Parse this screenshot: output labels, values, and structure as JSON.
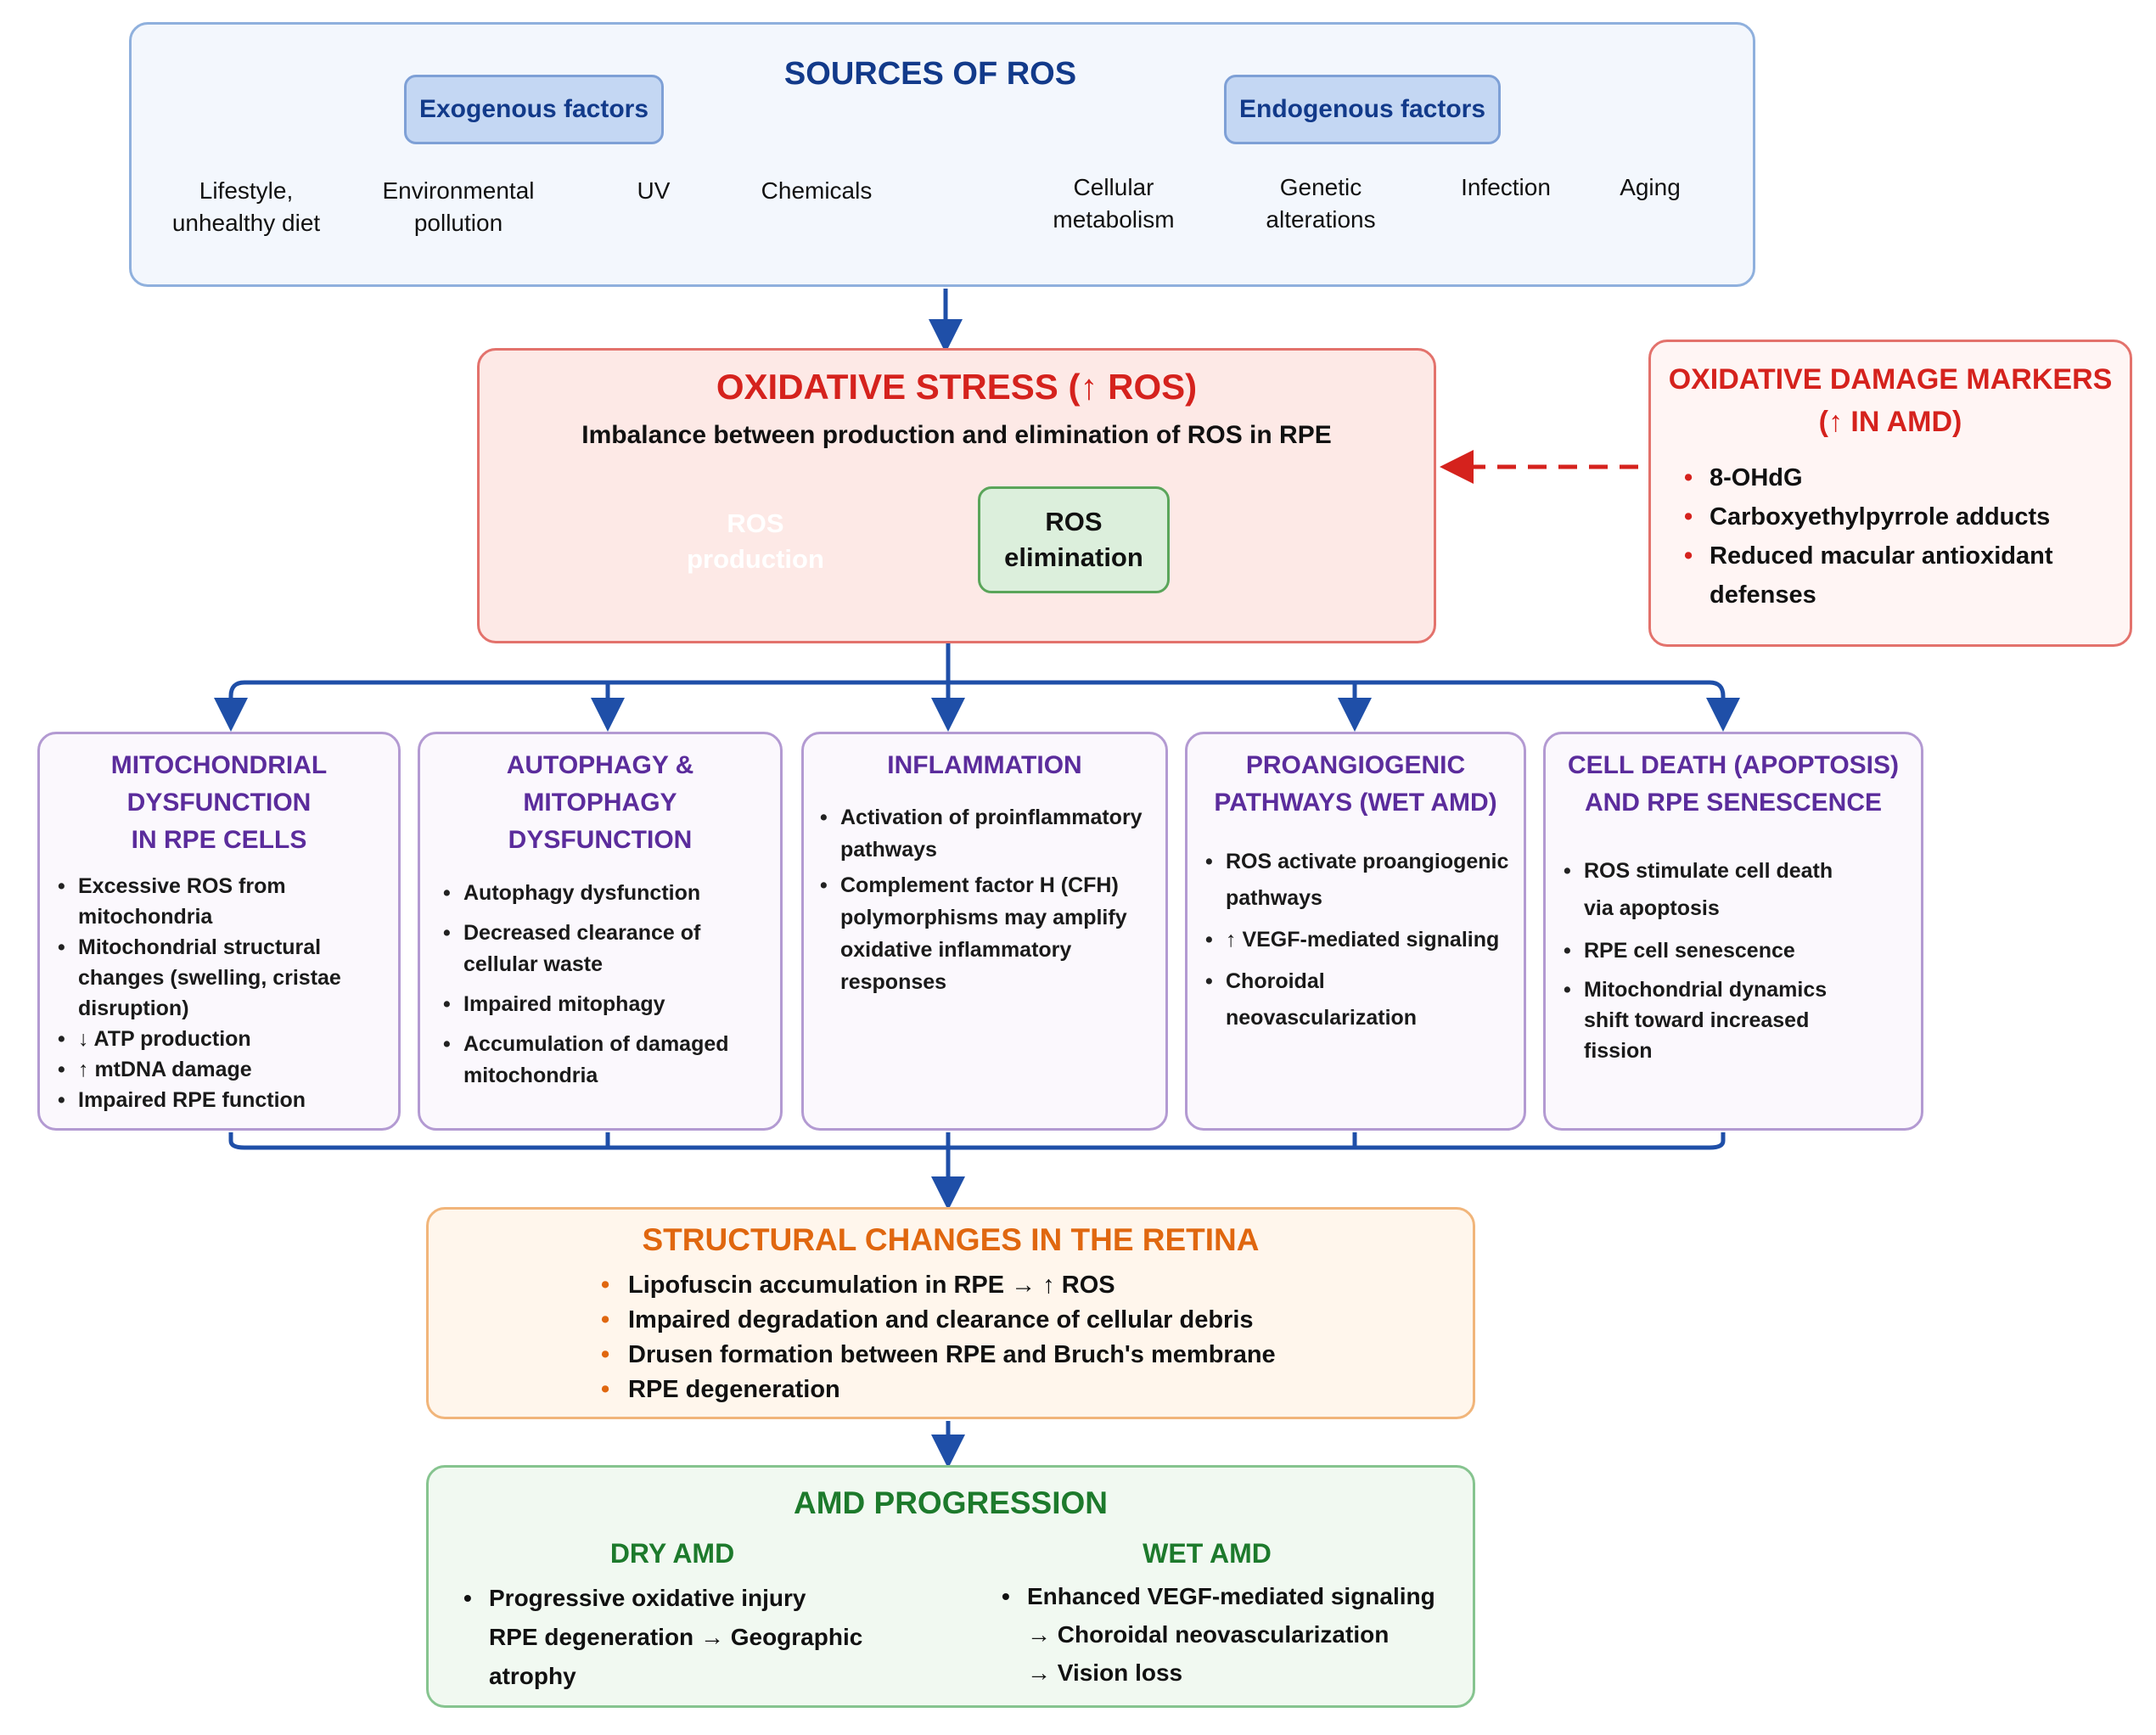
{
  "sources": {
    "title": "SOURCES OF ROS",
    "exogenous_label": "Exogenous factors",
    "endogenous_label": "Endogenous factors",
    "exogenous": [
      {
        "line1": "Lifestyle,",
        "line2": "unhealthy diet"
      },
      {
        "line1": "Environmental",
        "line2": "pollution"
      },
      {
        "line1": "UV",
        "line2": ""
      },
      {
        "line1": "Chemicals",
        "line2": ""
      }
    ],
    "endogenous": [
      {
        "line1": "Cellular",
        "line2": "metabolism"
      },
      {
        "line1": "Genetic",
        "line2": "alterations"
      },
      {
        "line1": "Infection",
        "line2": ""
      },
      {
        "line1": "Aging",
        "line2": ""
      }
    ]
  },
  "stress": {
    "title": "OXIDATIVE STRESS (↑ ROS)",
    "subtitle": "Imbalance between production and elimination of ROS in RPE",
    "production_line1": "ROS",
    "production_line2": "production",
    "elimination_line1": "ROS",
    "elimination_line2": "elimination",
    "colors": {
      "production": "#e41f1f",
      "up_arrow": "#e41f1f",
      "down_arrow": "#1f8a2e"
    }
  },
  "markers": {
    "title_line1": "OXIDATIVE DAMAGE MARKERS",
    "title_line2": "(↑ IN AMD)",
    "items": [
      "8-OHdG",
      "Carboxyethylpyrrole adducts",
      "Reduced macular antioxidant defenses"
    ]
  },
  "mechanisms": [
    {
      "title": [
        "MITOCHONDRIAL",
        "DYSFUNCTION",
        "IN RPE CELLS"
      ],
      "items": [
        "Excessive ROS from mitochondria",
        "Mitochondrial structural changes (swelling, cristae disruption)",
        "↓ ATP production",
        "↑ mtDNA damage",
        "Impaired RPE function"
      ]
    },
    {
      "title": [
        "AUTOPHAGY &",
        "MITOPHAGY",
        "DYSFUNCTION"
      ],
      "items": [
        "Autophagy dysfunction",
        "Decreased clearance of cellular waste",
        "Impaired mitophagy",
        "Accumulation of damaged mitochondria"
      ]
    },
    {
      "title": [
        "INFLAMMATION"
      ],
      "items": [
        "Activation of proinflammatory pathways",
        "Complement factor H (CFH) polymorphisms may amplify oxidative inflammatory responses"
      ]
    },
    {
      "title": [
        "PROANGIOGENIC",
        "PATHWAYS (WET AMD)"
      ],
      "items": [
        "ROS activate proangiogenic pathways",
        "↑ VEGF-mediated signaling",
        "Choroidal neovascularization"
      ]
    },
    {
      "title": [
        "CELL DEATH (APOPTOSIS)",
        "AND RPE SENESCENCE"
      ],
      "items": [
        "ROS stimulate cell death via apoptosis",
        "RPE cell senescence",
        "Mitochondrial dynamics shift toward increased fission"
      ]
    }
  ],
  "structural": {
    "title": "STRUCTURAL CHANGES IN THE RETINA",
    "items": [
      "Lipofuscin accumulation in RPE → ↑ ROS",
      "Impaired degradation and clearance of cellular debris",
      "Drusen formation between RPE and Bruch's membrane",
      "RPE degeneration"
    ]
  },
  "amd": {
    "title": "AMD PROGRESSION",
    "dry_title": "DRY AMD",
    "dry_items": [
      "Progressive oxidative injury",
      "RPE degeneration → Geographic atrophy"
    ],
    "wet_title": "WET AMD",
    "wet_items": [
      "Enhanced VEGF-mediated signaling",
      "→ Choroidal neovascularization",
      "→ Vision loss"
    ]
  }
}
